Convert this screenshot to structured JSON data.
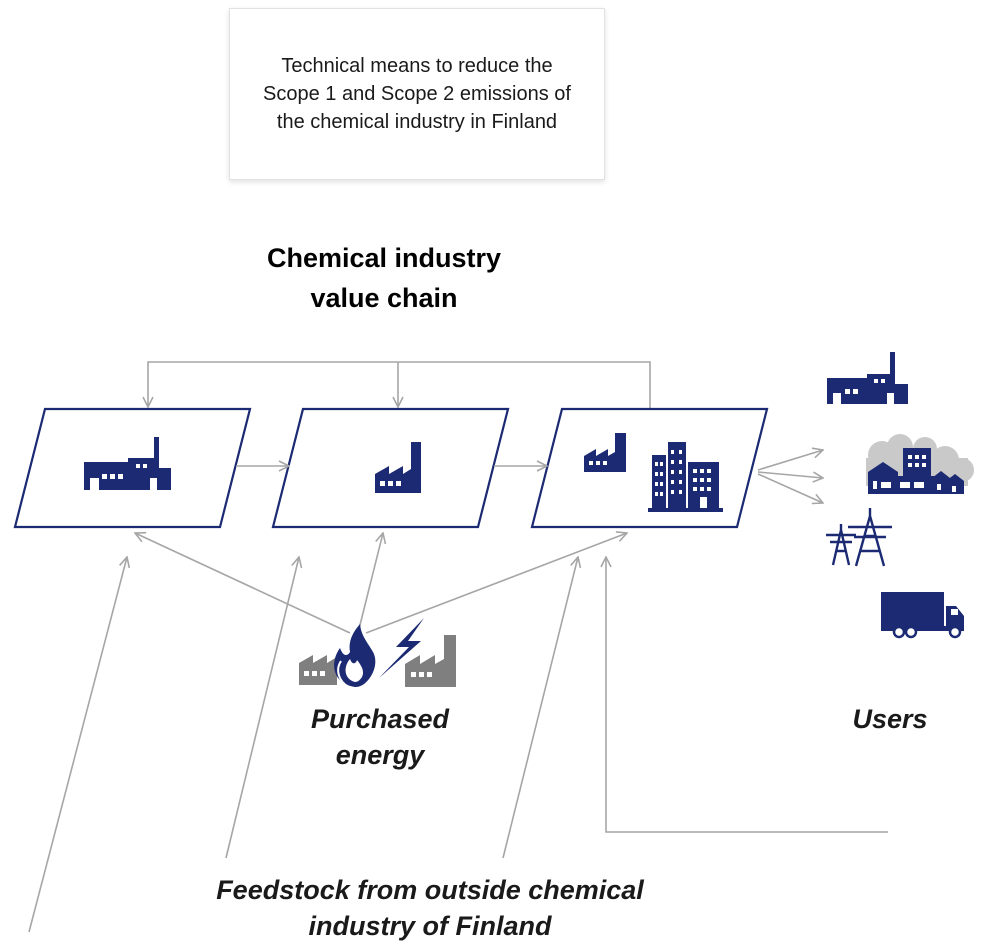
{
  "note": {
    "text": "Technical means to reduce the Scope 1 and Scope 2 emissions of the chemical industry in Finland"
  },
  "heading": {
    "text": "Chemical industry\nvalue chain"
  },
  "labels": {
    "purchased_energy": "Purchased\nenergy",
    "users": "Users",
    "feedstock": "Feedstock from outside chemical\nindustry of Finland"
  },
  "colors": {
    "navy": "#1b2a72",
    "arrow_gray": "#a6a6a6",
    "icon_gray": "#7f7f7f",
    "tree_gray": "#c9c9c9"
  },
  "icons": [
    "factory-icon",
    "small-factory-icon",
    "factory-and-office-buildings-icon",
    "fire-factory-icon",
    "lightning-icon",
    "town-icon",
    "power-pylons-icon",
    "truck-icon"
  ]
}
